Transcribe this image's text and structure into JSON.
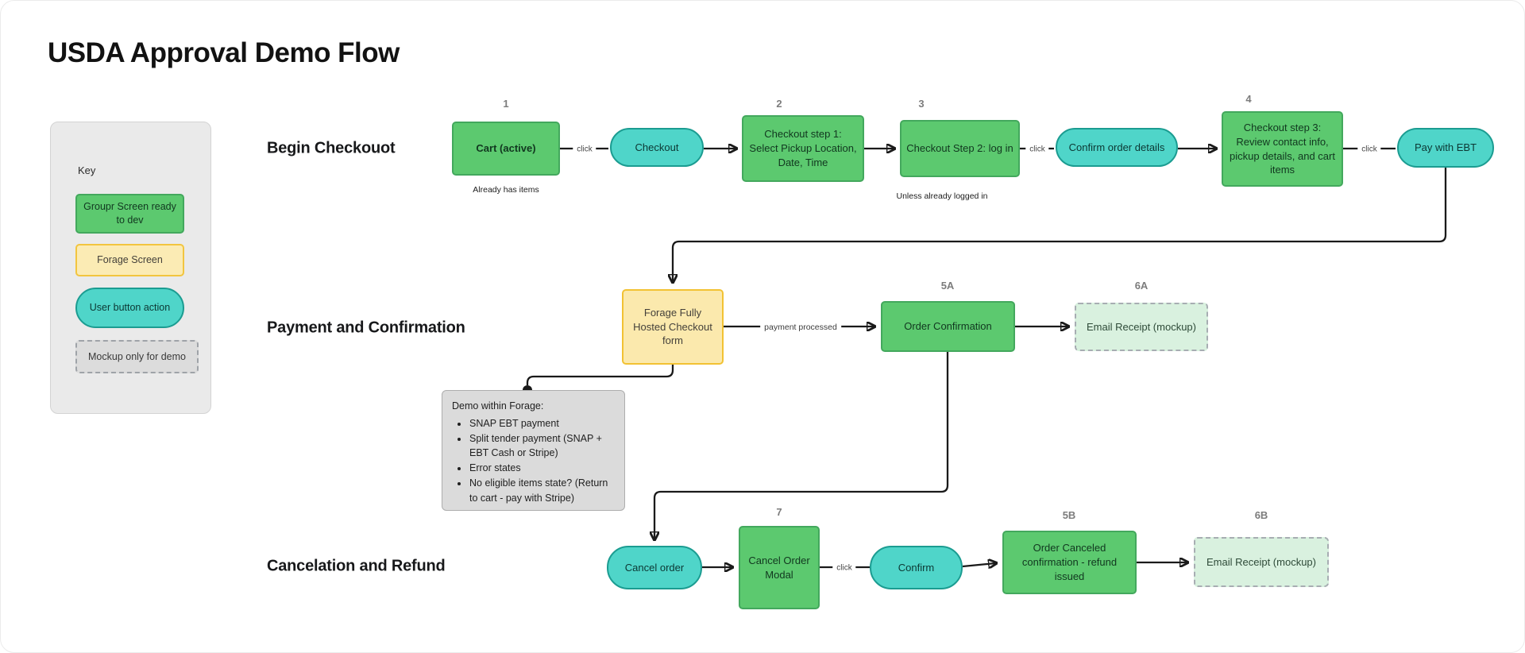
{
  "title": "USDA Approval Demo Flow",
  "key": {
    "heading": "Key",
    "items": [
      {
        "label": "Groupr Screen ready to dev",
        "type": "green"
      },
      {
        "label": "Forage Screen",
        "type": "yellow"
      },
      {
        "label": "User button action",
        "type": "teal"
      },
      {
        "label": "Mockup only for demo",
        "type": "mockup"
      }
    ]
  },
  "rows": [
    {
      "label": "Begin Checkouot"
    },
    {
      "label": "Payment and Confirmation"
    },
    {
      "label": "Cancelation and Refund"
    }
  ],
  "nodes": {
    "cart": {
      "number": "1",
      "label": "Cart (active)",
      "caption": "Already has items"
    },
    "checkout": {
      "label": "Checkout"
    },
    "step1": {
      "number": "2",
      "label": "Checkout step 1: Select Pickup Location, Date, Time"
    },
    "step2": {
      "number": "3",
      "label": "Checkout Step 2: log in",
      "caption": "Unless already logged in"
    },
    "confirm_details": {
      "label": "Confirm order details"
    },
    "step3": {
      "number": "4",
      "label": "Checkout step 3: Review contact info, pickup details, and cart items"
    },
    "pay_ebt": {
      "label": "Pay with EBT"
    },
    "forage": {
      "label": "Forage Fully Hosted Checkout form"
    },
    "order_conf": {
      "number": "5A",
      "label": "Order Confirmation"
    },
    "email_a": {
      "number": "6A",
      "label": "Email Receipt (mockup)"
    },
    "cancel_order": {
      "label": "Cancel order"
    },
    "cancel_modal": {
      "number": "7",
      "label": "Cancel Order Modal"
    },
    "confirm": {
      "label": "Confirm"
    },
    "canceled_conf": {
      "number": "5B",
      "label": "Order Canceled confirmation - refund issued"
    },
    "email_b": {
      "number": "6B",
      "label": "Email Receipt (mockup)"
    }
  },
  "edge_labels": {
    "click": "click",
    "payment_processed": "payment processed"
  },
  "note": {
    "title": "Demo within Forage:",
    "bullets": [
      "SNAP EBT payment",
      "Split tender payment (SNAP + EBT Cash or Stripe)",
      "Error states",
      "No eligible items state? (Return to cart - pay with Stripe)"
    ]
  },
  "colors": {
    "green_fill": "#5CC96F",
    "green_border": "#43A85D",
    "teal_fill": "#4FD5C9",
    "teal_border": "#1B9C91",
    "yellow_fill": "#FBE9AD",
    "yellow_border": "#F2C233",
    "mockup_fill": "#D9F1DF",
    "mockup_border": "#A7ADB2",
    "note_fill": "#DBDBDB",
    "key_panel_fill": "#EAEAEA",
    "connector": "#1A1A1A",
    "number_label": "#7C7C7C"
  }
}
